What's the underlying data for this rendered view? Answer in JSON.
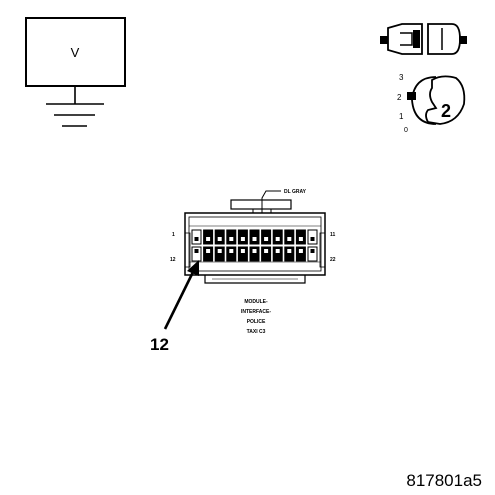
{
  "meter": {
    "label": "V"
  },
  "ignition": {
    "positions": [
      "3",
      "2",
      "1",
      "0"
    ],
    "selected": "2"
  },
  "connector": {
    "wire_color": "DL GRAY",
    "pin_first_top": "1",
    "pin_last_top": "11",
    "pin_first_bottom": "12",
    "pin_last_bottom": "22",
    "name_lines": [
      "MODULE-",
      "INTERFACE-",
      "POLICE",
      "TAXI C3"
    ],
    "callout_pin": "12"
  },
  "figure_id": "817801a5"
}
